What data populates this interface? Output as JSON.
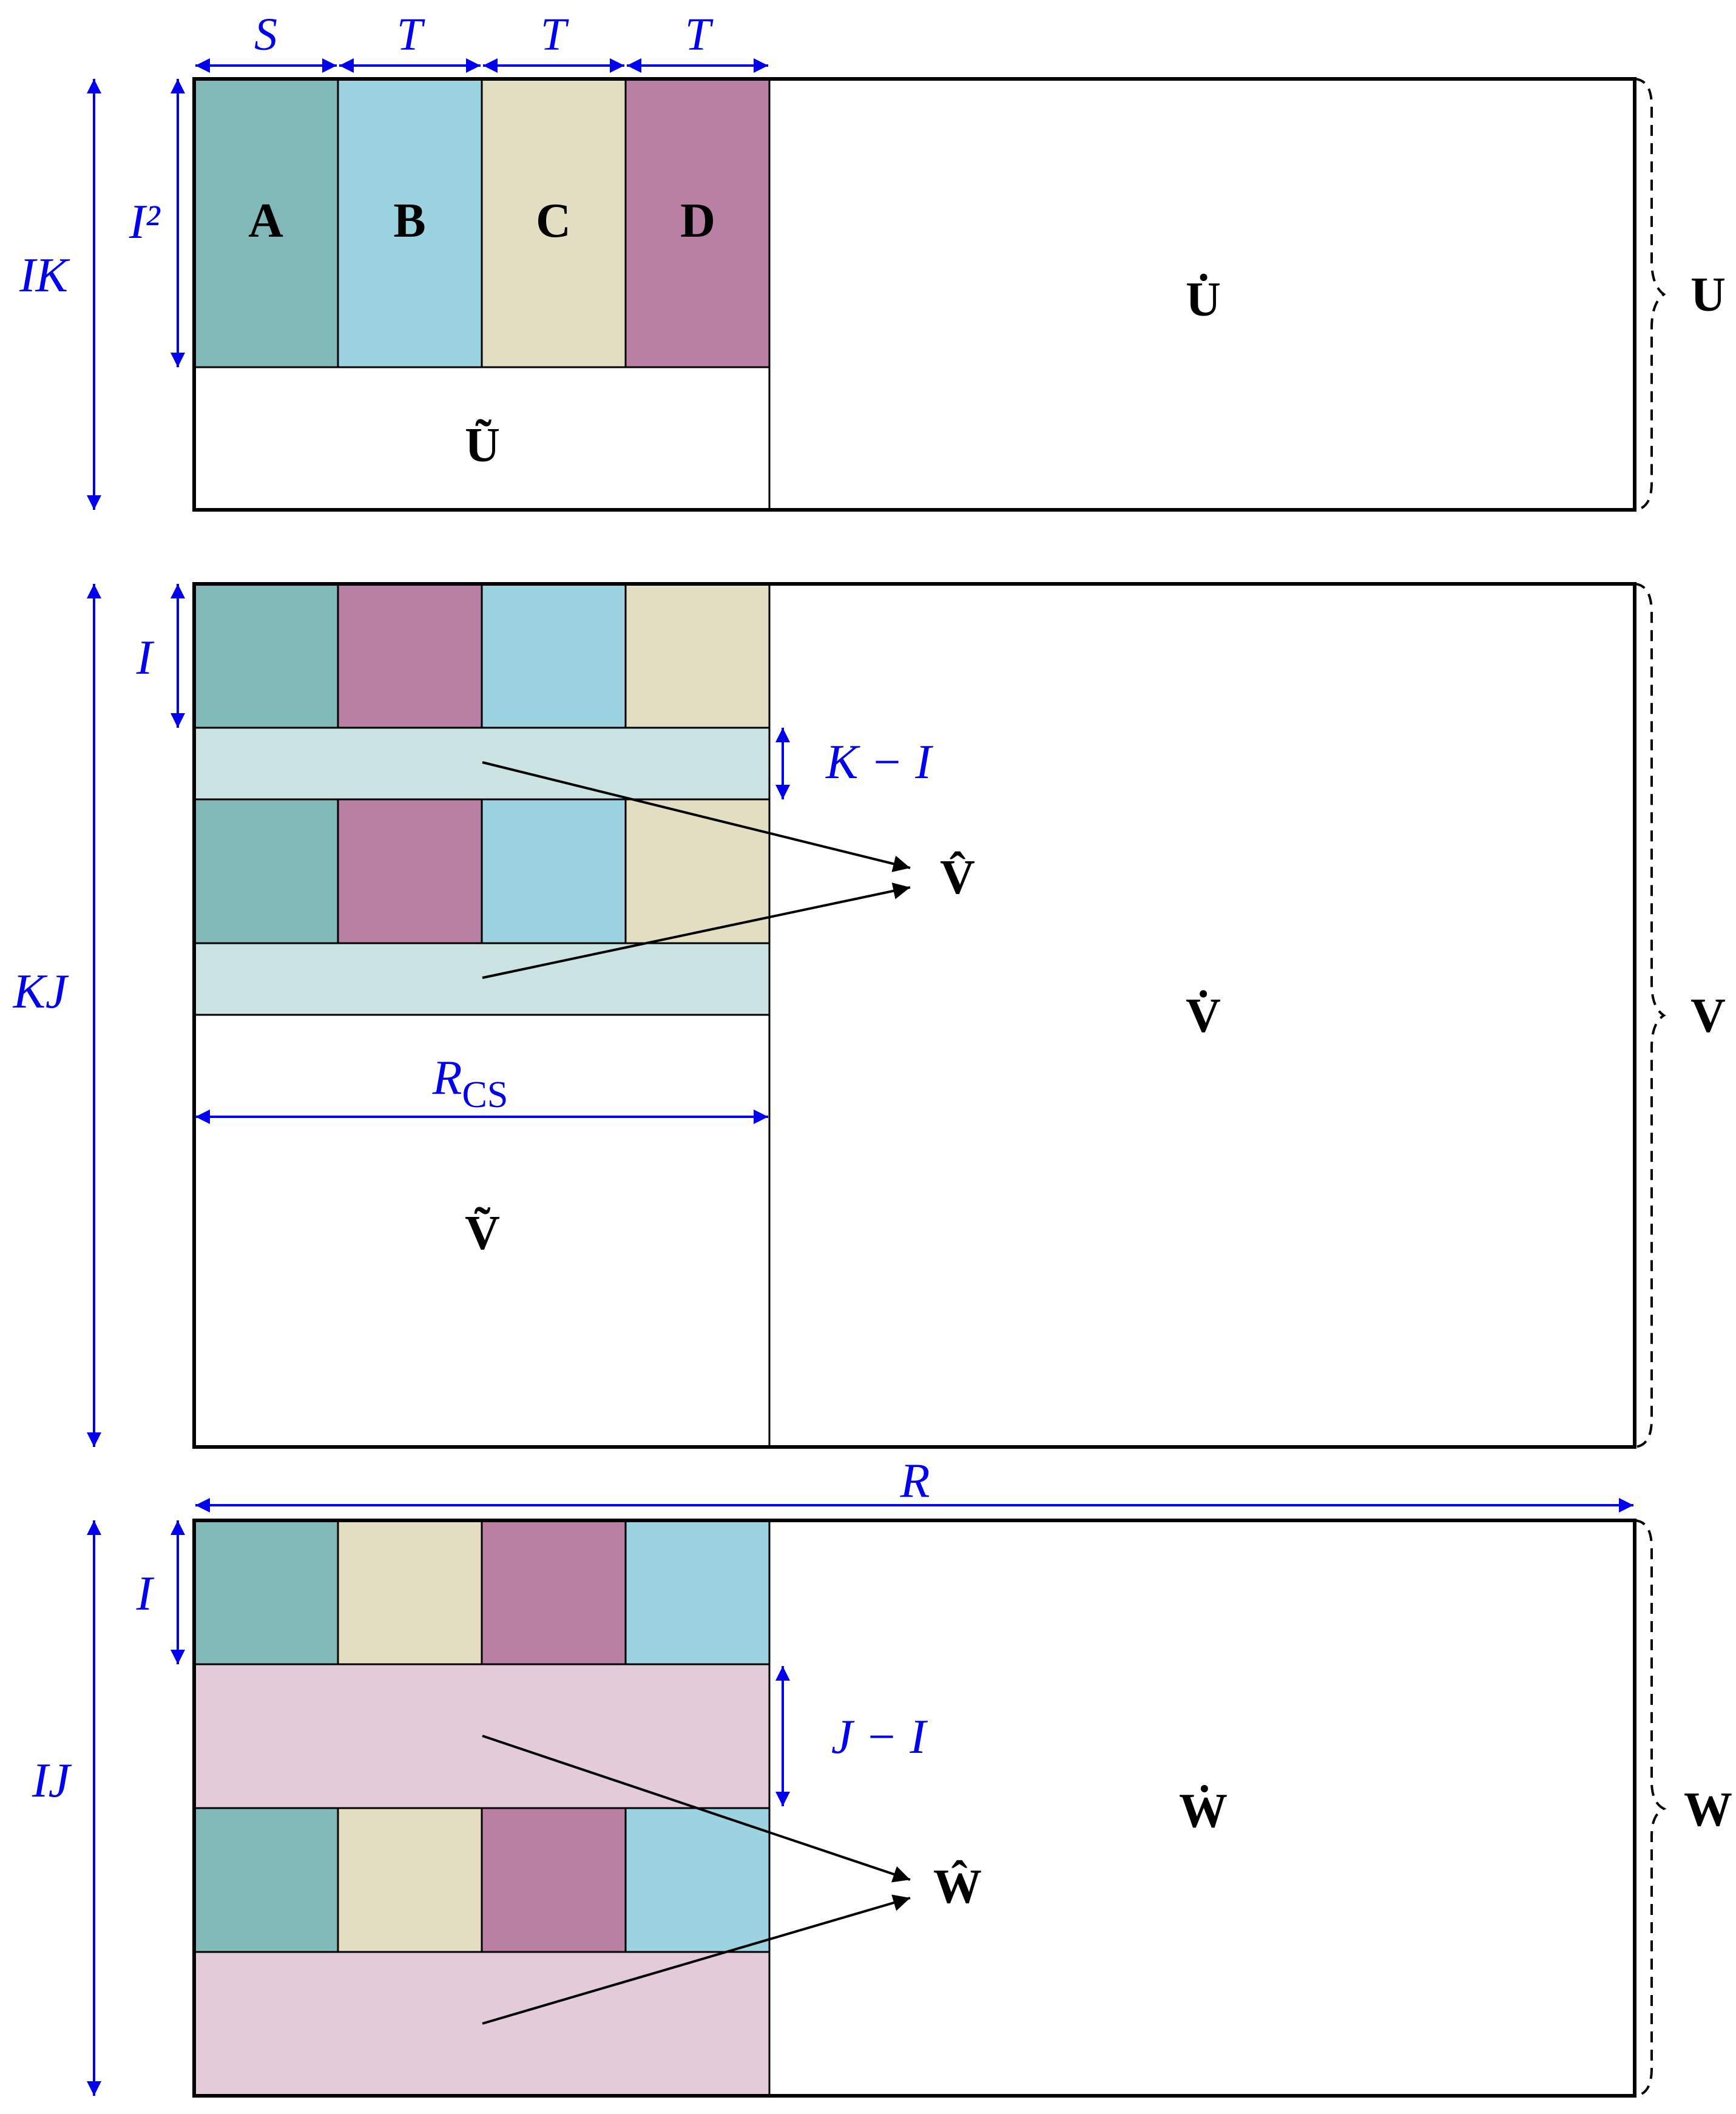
{
  "colors": {
    "A": "#80b9b8",
    "B": "#9bd3e0",
    "C": "#e3dec1",
    "D": "#b980a4",
    "v_band": "#cbe3e3",
    "w_band": "#e3cbd9",
    "dimension": "#0000ee",
    "outline": "#000000"
  },
  "top_dims": {
    "s": "S",
    "t1": "T",
    "t2": "T",
    "t3": "T"
  },
  "U": {
    "blocks": [
      "A",
      "B",
      "C",
      "D"
    ],
    "dot_label": "U̇",
    "tilde_label": "Ũ",
    "brace_label": "U",
    "dim_outer": "IK",
    "dim_inner": "I²"
  },
  "V": {
    "block_order": [
      "A",
      "D",
      "B",
      "C"
    ],
    "dot_label": "V̇",
    "tilde_label": "Ṽ",
    "hat_label": "V̂",
    "brace_label": "V",
    "dim_outer": "KJ",
    "dim_inner": "I",
    "dim_gap": "K − I",
    "rcs_main": "R",
    "rcs_sub": "CS"
  },
  "R_label": "R",
  "W": {
    "block_order": [
      "A",
      "C",
      "D",
      "B"
    ],
    "dot_label": "Ẇ",
    "hat_label": "Ŵ",
    "brace_label": "W",
    "dim_outer": "IJ",
    "dim_inner": "I",
    "dim_gap": "J − I"
  }
}
